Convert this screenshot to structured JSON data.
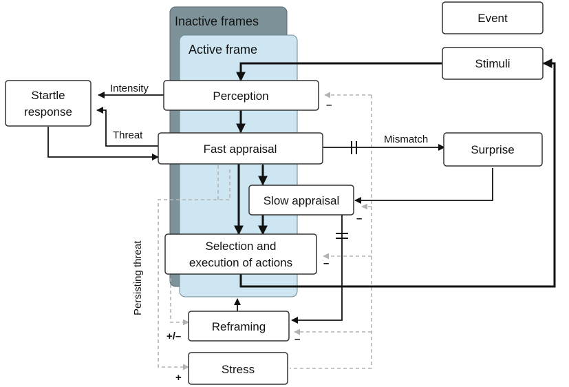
{
  "frames": {
    "inactive_label": "Inactive frames",
    "active_label": "Active frame"
  },
  "nodes": {
    "event": "Event",
    "stimuli": "Stimuli",
    "startle_line1": "Startle",
    "startle_line2": "response",
    "perception": "Perception",
    "fast_appraisal": "Fast appraisal",
    "surprise": "Surprise",
    "slow_appraisal": "Slow appraisal",
    "selection_line1": "Selection and",
    "selection_line2": "execution of actions",
    "reframing": "Reframing",
    "stress": "Stress"
  },
  "edge_labels": {
    "intensity": "Intensity",
    "threat": "Threat",
    "mismatch": "Mismatch",
    "persisting_threat": "Persisting threat"
  },
  "signs": {
    "minus": "–",
    "plus_minus": "+/–",
    "plus": "+"
  },
  "colors": {
    "inactive_frame": "#7d9399",
    "active_frame": "#cde6f2",
    "node_fill": "#ffffff",
    "node_stroke": "#333333",
    "solid_arrow": "#111111",
    "dashed_arrow": "#b3b3b3"
  }
}
